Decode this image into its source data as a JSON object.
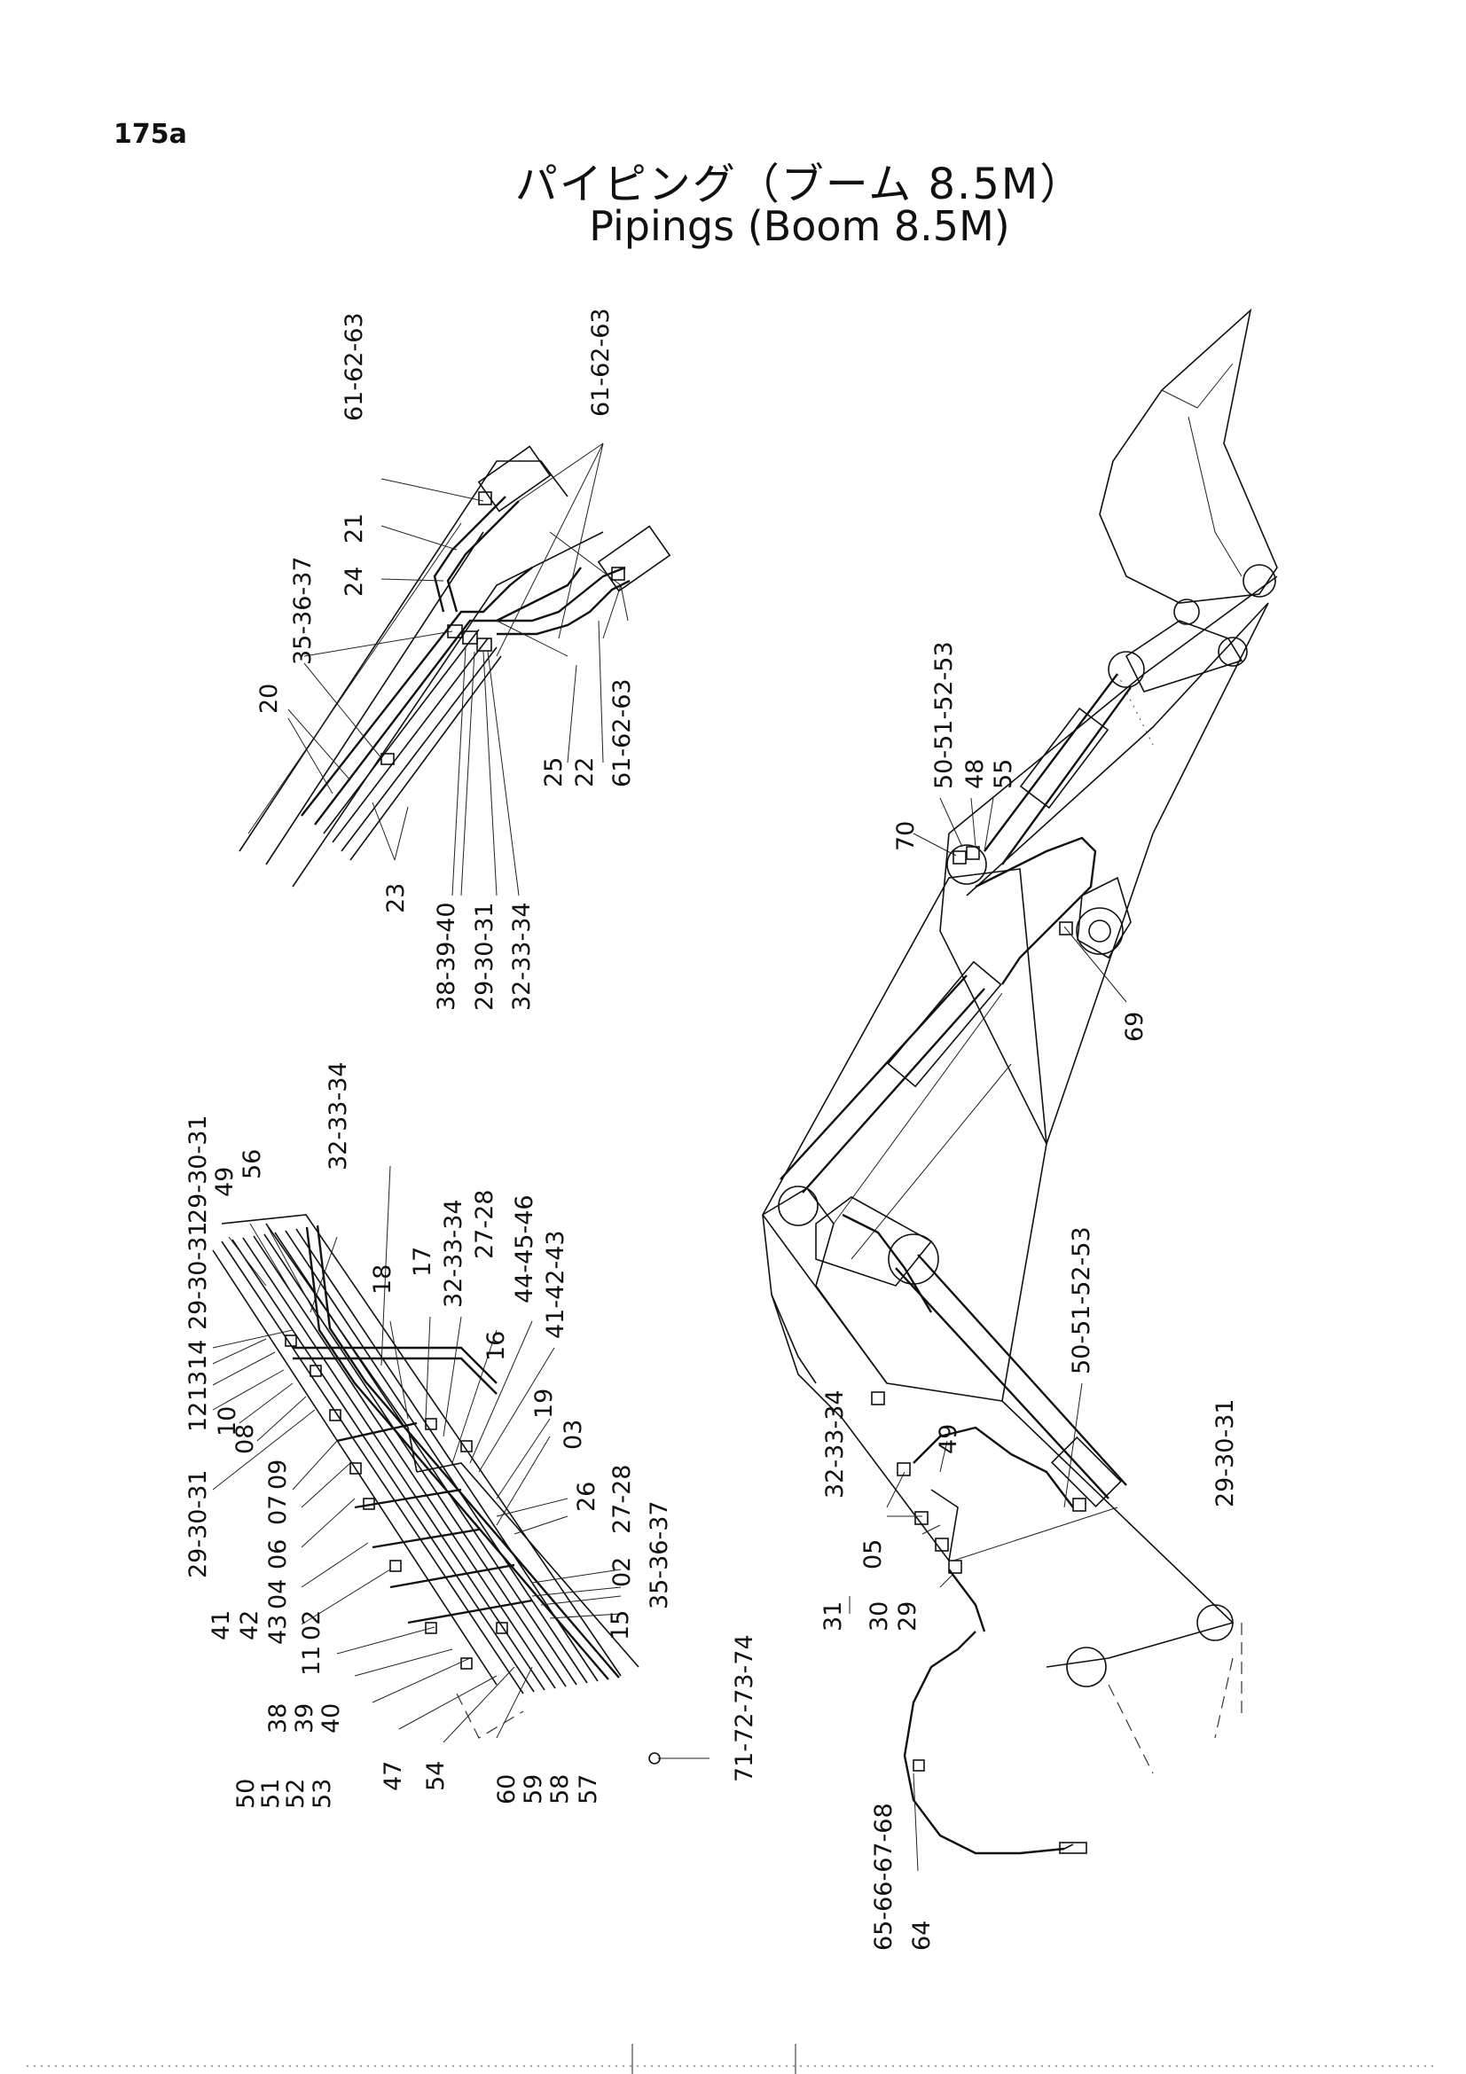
{
  "page_number": "175a",
  "title_ja": "パイピング（ブーム 8.5M）",
  "title_en": "Pipings (Boom 8.5M)",
  "callouts_top": [
    "61-62-63",
    "61-62-63",
    "21",
    "24",
    "35-36-37",
    "20",
    "23",
    "38-39-40",
    "29-30-31",
    "32-33-34",
    "25",
    "22",
    "61-62-63"
  ],
  "callouts_left": [
    "49",
    "56",
    "32-33-34",
    "29-30-31",
    "29-30-31",
    "14",
    "13",
    "12",
    "10",
    "08",
    "29-30-31",
    "07",
    "09",
    "06",
    "04",
    "43",
    "42",
    "41",
    "11",
    "02",
    "38",
    "39",
    "40",
    "50",
    "51",
    "52",
    "53",
    "47",
    "54",
    "60",
    "59",
    "58",
    "57",
    "18",
    "17",
    "32-33-34",
    "27-28",
    "16",
    "44-45-46",
    "41-42-43",
    "19",
    "03",
    "26",
    "27-28",
    "02",
    "35-36-37",
    "15",
    "71-72-73-74"
  ],
  "callouts_right": [
    "50-51-52-53",
    "48",
    "55",
    "70",
    "69",
    "50-51-52-53",
    "49",
    "32-33-34",
    "05",
    "31",
    "30",
    "29",
    "29-30-31",
    "65-66-67-68",
    "64"
  ]
}
